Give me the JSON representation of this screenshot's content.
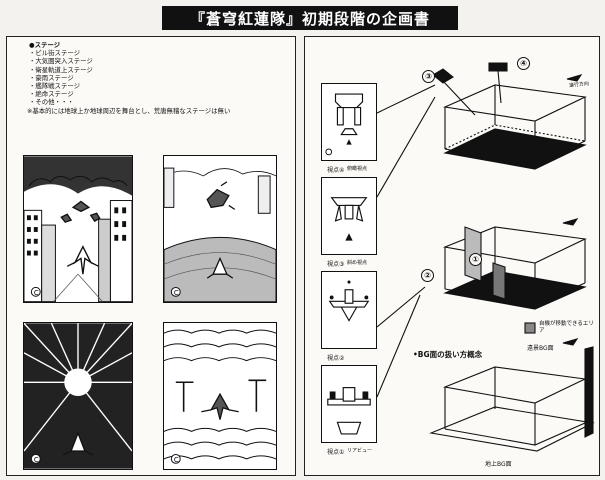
{
  "title": "『蒼穹紅蓮隊』初期段階の企画書",
  "stage_list": {
    "heading": "●ステージ",
    "items": [
      "・ビル街ステージ",
      "・大気圏突入ステージ",
      "・衛星軌道上ステージ",
      "・豪雨ステージ",
      "・艦隊戦ステージ",
      "・絶命ステージ",
      "・その他・・・"
    ],
    "note": "※基本的には地球上か地球周辺を舞台とし、荒唐無稽なステージは無い"
  },
  "viewpoints": [
    {
      "label": "視点④",
      "caption": "視点④",
      "sub": "俯瞰視点"
    },
    {
      "label": "視点③",
      "caption": "視点③",
      "sub": "斜め視点"
    },
    {
      "label": "視点②",
      "caption": "視点②",
      "sub": ""
    },
    {
      "label": "視点①",
      "caption": "視点①",
      "sub": "リアビュー"
    }
  ],
  "diagram": {
    "marker_3": "③",
    "marker_4": "④",
    "marker_2": "②",
    "marker_1": "①",
    "top_label": "進行方向",
    "area_note": "自機が移動できるエリア",
    "bg_heading": "•BG面の扱い方概念",
    "far_bg": "遠景BG面",
    "ground_bg": "地上BG面"
  }
}
